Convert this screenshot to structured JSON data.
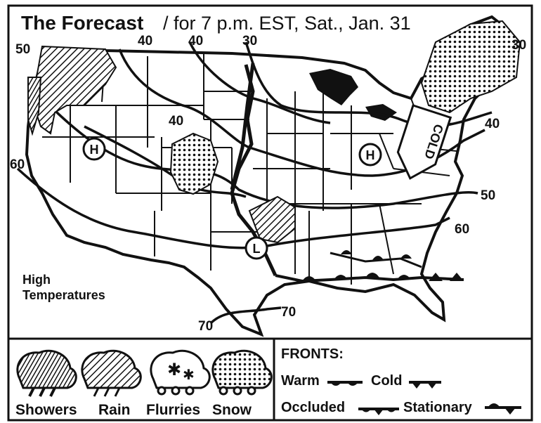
{
  "title": {
    "bold": "The Forecast",
    "rest": "/ for 7 p.m. EST, Sat., Jan. 31"
  },
  "high_temperatures_label": [
    "High",
    "Temperatures"
  ],
  "temperature_labels": {
    "t50_west": "50",
    "t40_north_a": "40",
    "t40_north_b": "40",
    "t30_north": "30",
    "t30_east": "30",
    "t40_central": "40",
    "t60_west": "60",
    "t40_east": "40",
    "t50_southeast": "50",
    "t60_southeast": "60",
    "t70_texas": "70",
    "t70_gulf": "70"
  },
  "pressure_centers": {
    "high_west": "H",
    "high_east": "H",
    "low_south": "L"
  },
  "cold_banner": "COLD",
  "legend": {
    "precip": [
      {
        "label": "Showers",
        "icon": "showers-icon"
      },
      {
        "label": "Rain",
        "icon": "rain-icon"
      },
      {
        "label": "Flurries",
        "icon": "flurries-icon"
      },
      {
        "label": "Snow",
        "icon": "snow-icon"
      }
    ],
    "fronts_title": "FRONTS:",
    "fronts": {
      "warm": "Warm",
      "cold": "Cold",
      "occluded": "Occluded",
      "stationary": "Stationary"
    }
  }
}
